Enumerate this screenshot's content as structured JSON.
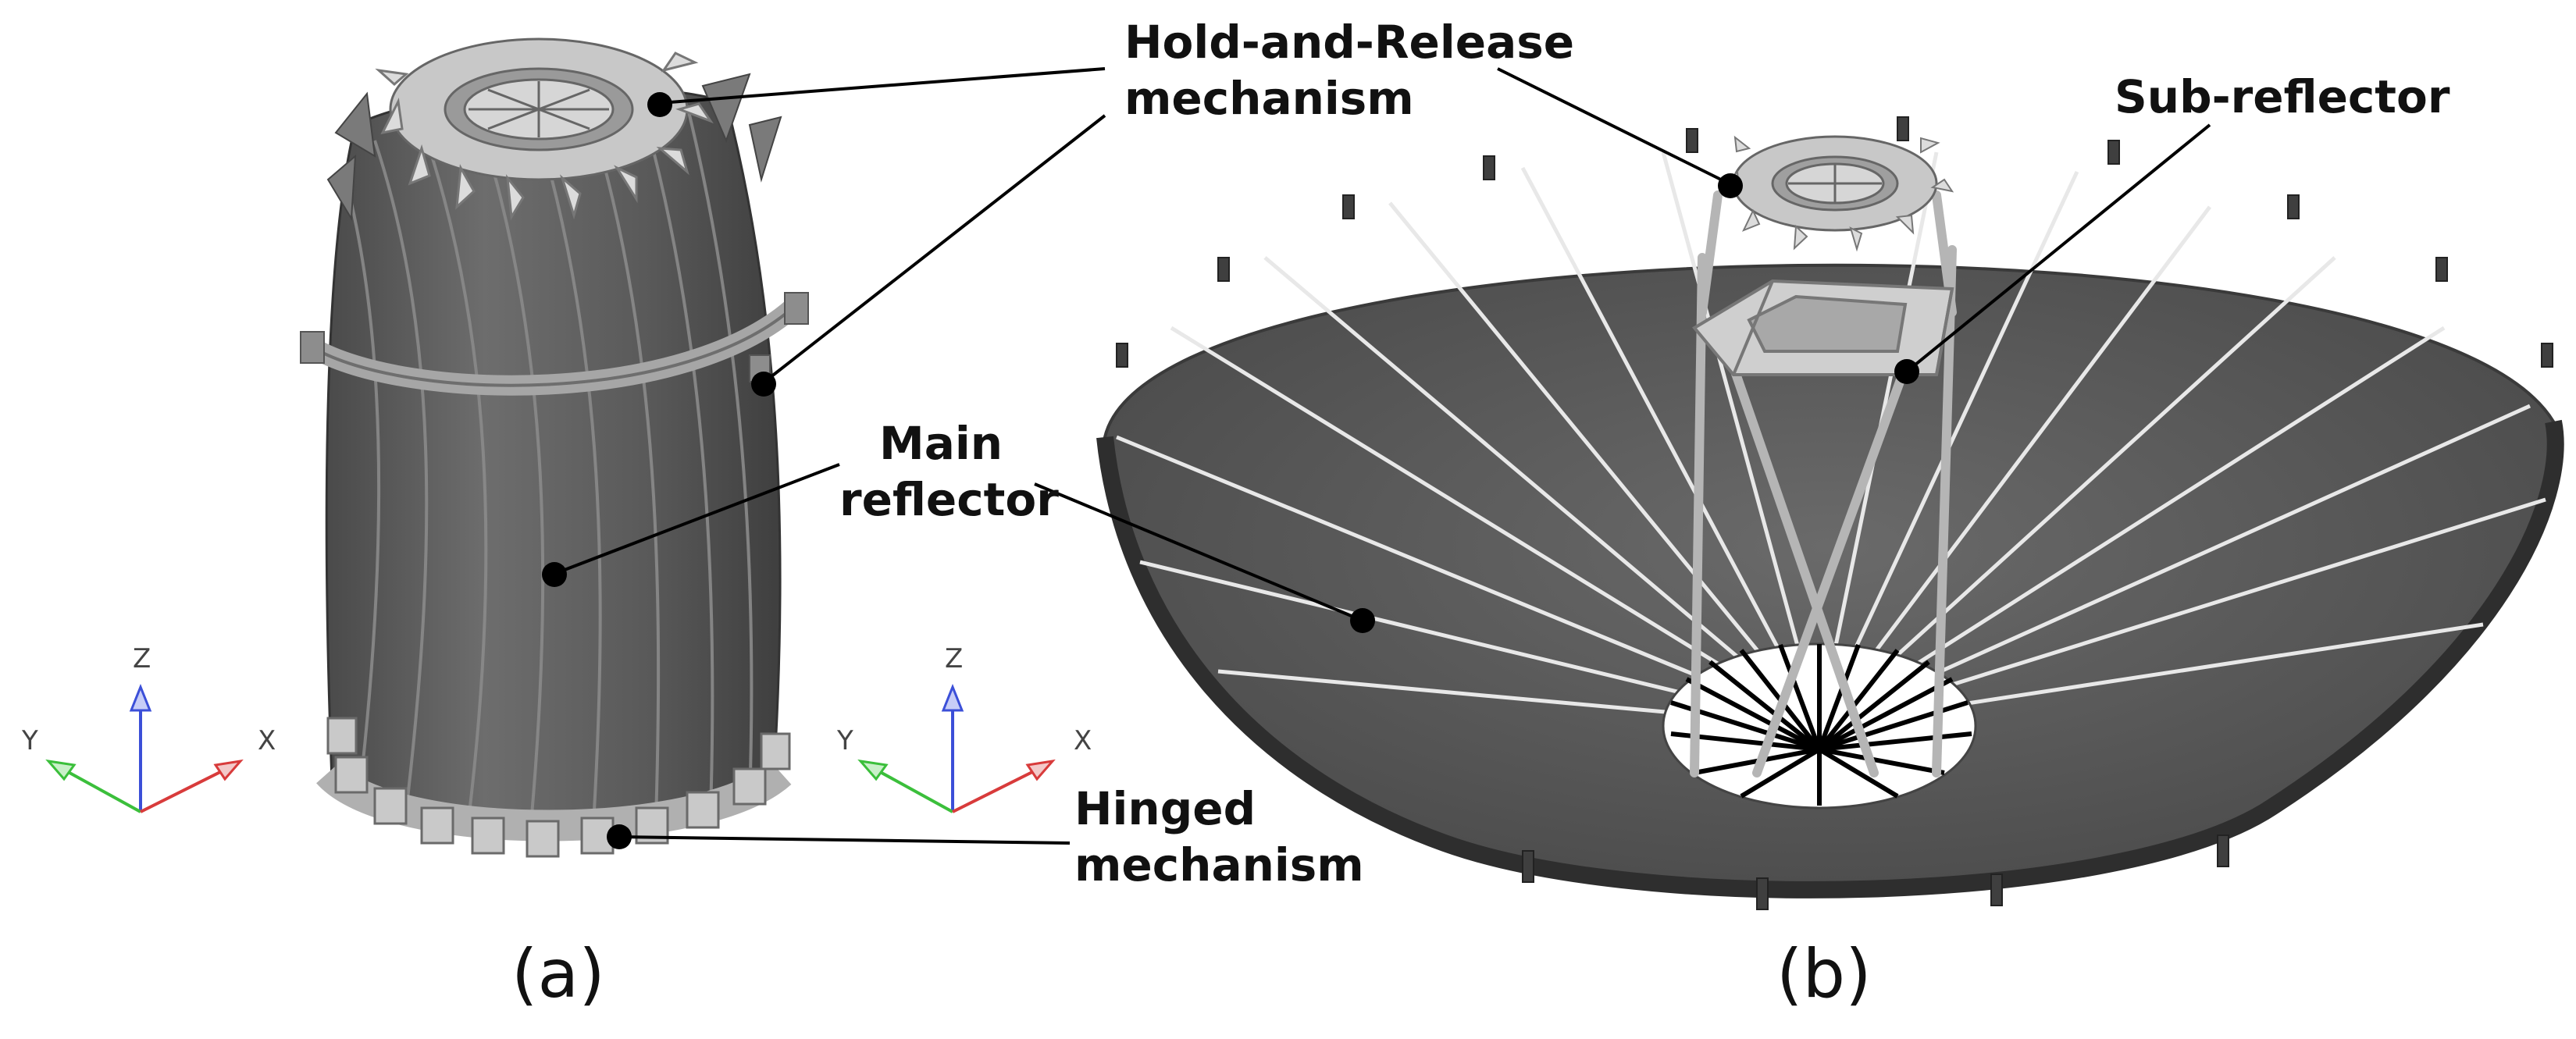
{
  "callouts": {
    "hold_release": [
      "Hold-and-Release",
      "mechanism"
    ],
    "main_reflector": [
      "Main",
      "reflector"
    ],
    "hinged": [
      "Hinged",
      "mechanism"
    ],
    "sub_reflector": "Sub-reflector"
  },
  "captions": {
    "a": "(a)",
    "b": "(b)"
  },
  "axes": {
    "z": "Z",
    "y": "Y",
    "x": "X"
  },
  "colors": {
    "reflector_panel": "#5b5b5b",
    "rib_highlight": "#e6e6e6",
    "mechanism_metal": "#b9b9b9",
    "axis_z": "#3b4fd8",
    "axis_x": "#d83b3b",
    "axis_y": "#3bbf3b",
    "leader_line": "#000000"
  }
}
